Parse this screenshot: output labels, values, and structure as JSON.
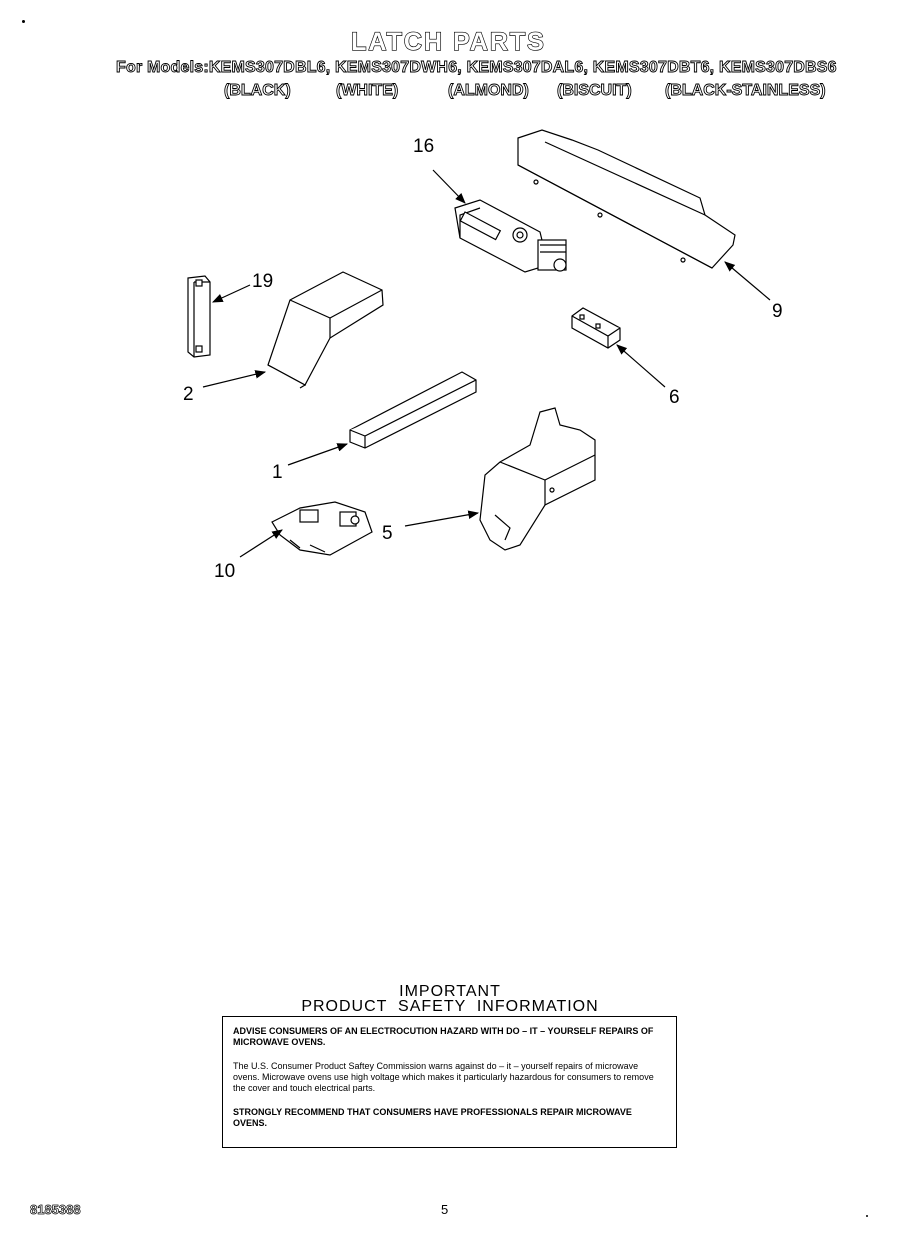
{
  "title": "LATCH PARTS",
  "models_line": "For Models:KEMS307DBL6, KEMS307DWH6, KEMS307DAL6, KEMS307DBT6, KEMS307DBS6",
  "colors": [
    "(BLACK)",
    "(WHITE)",
    "(ALMOND)",
    "(BISCUIT)",
    "(BLACK-STAINLESS)"
  ],
  "callouts": {
    "c16": "16",
    "c19": "19",
    "c9": "9",
    "c2": "2",
    "c6": "6",
    "c1": "1",
    "c5": "5",
    "c10": "10"
  },
  "safety": {
    "heading1": "IMPORTANT",
    "heading2": "PRODUCT  SAFETY  INFORMATION",
    "para1": "ADVISE CONSUMERS OF AN ELECTROCUTION HAZARD WITH DO – IT – YOURSELF REPAIRS OF MICROWAVE OVENS.",
    "para2": "The U.S. Consumer Product Saftey Commission warns against do – it – yourself repairs of microwave ovens. Microwave ovens use high voltage which makes it particularly hazardous for consumers to remove the cover and touch electrical parts.",
    "para3": "STRONGLY RECOMMEND THAT CONSUMERS HAVE PROFESSIONALS REPAIR MICROWAVE OVENS."
  },
  "footer": {
    "code": "8185388",
    "page": "5"
  }
}
